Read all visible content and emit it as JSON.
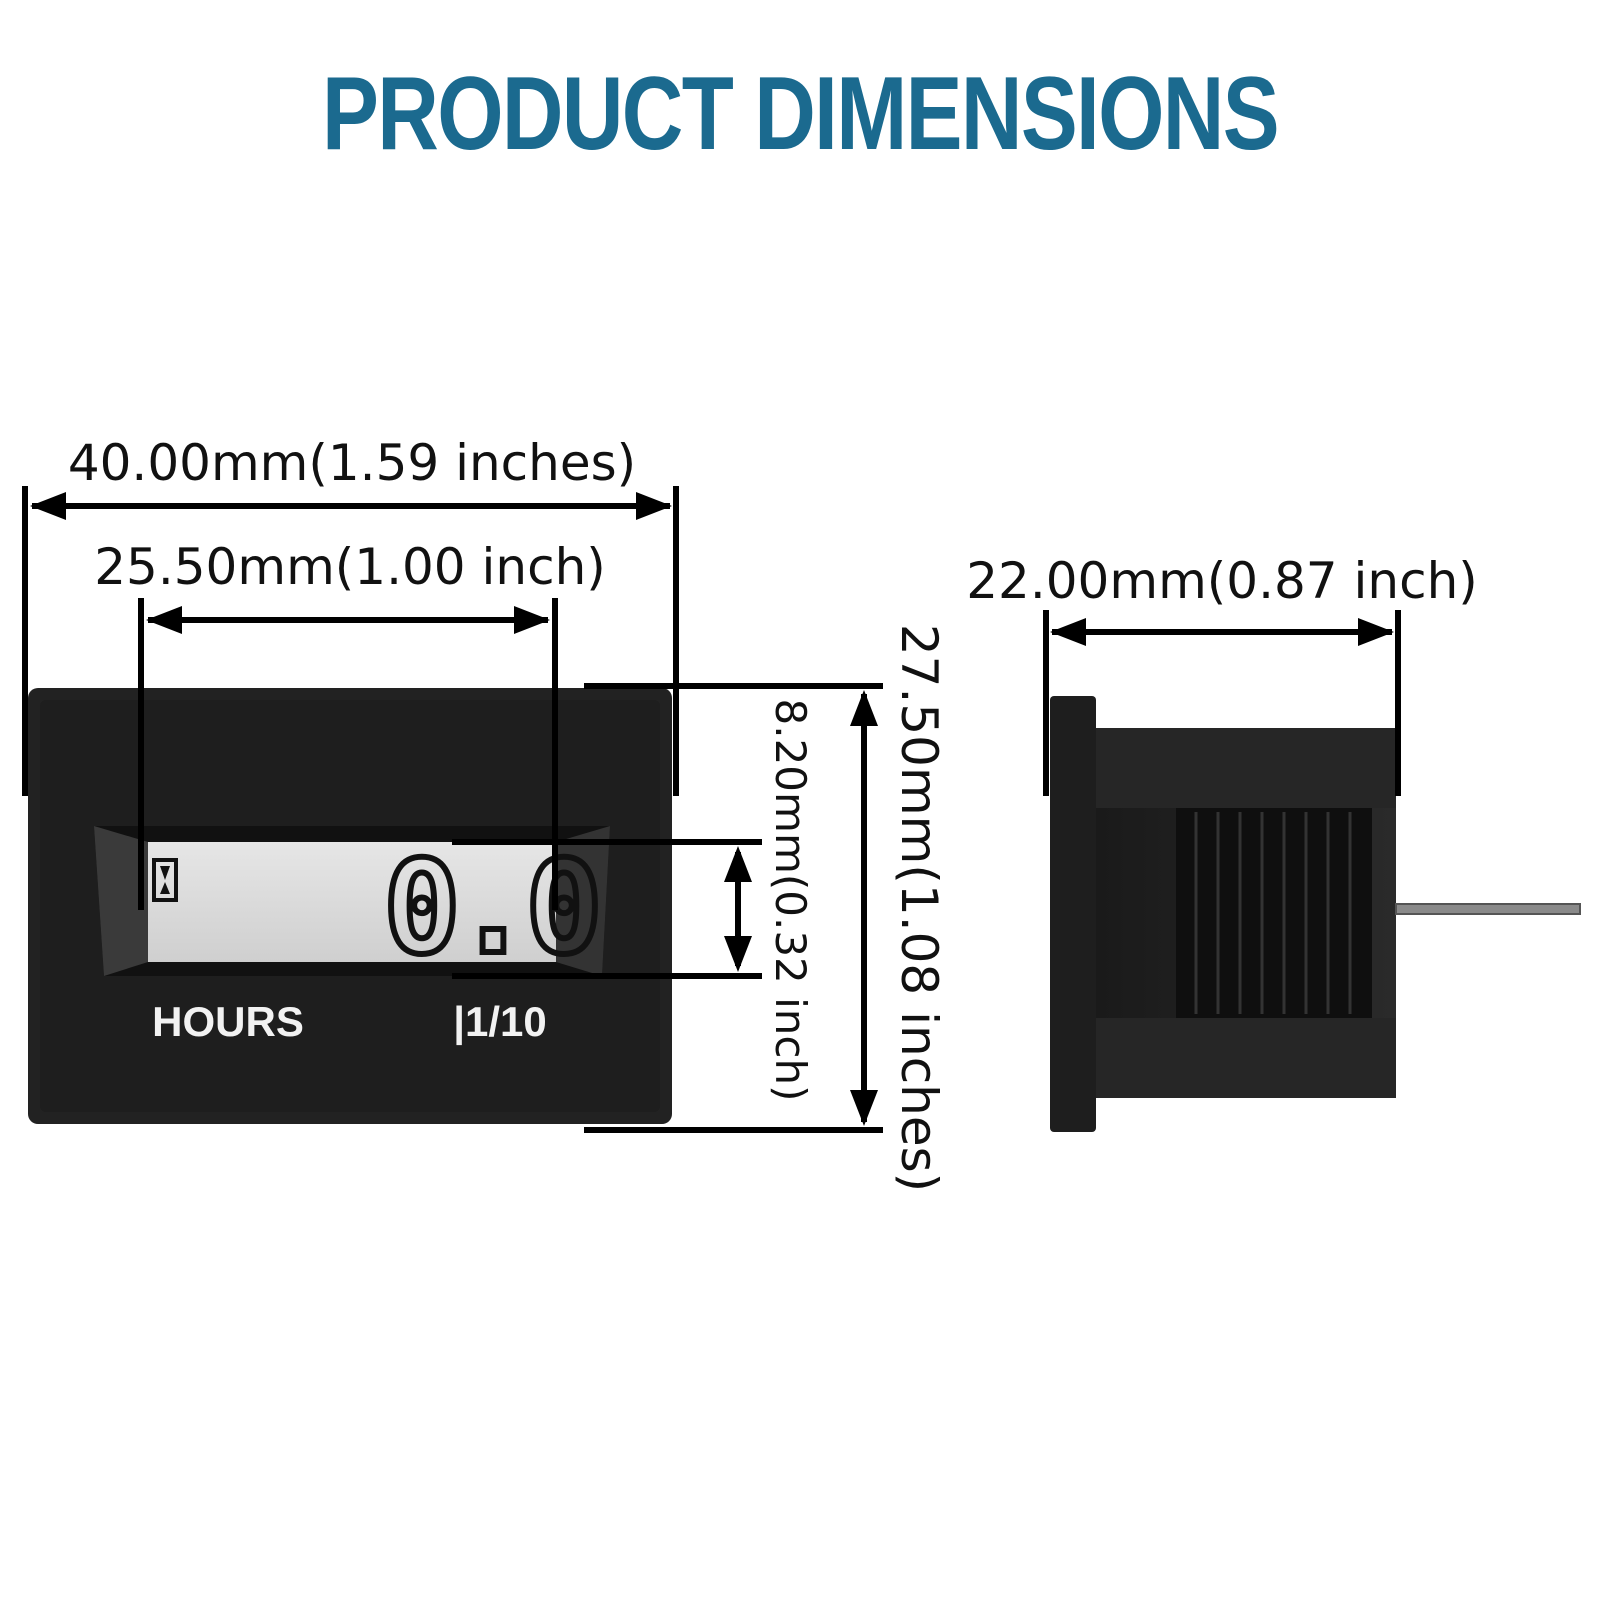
{
  "title": "PRODUCT DIMENSIONS",
  "colors": {
    "title": "#1b6a8f",
    "body": "#222222",
    "body_dark": "#161616",
    "lcd": "#dcdcdc",
    "dim_line": "#000000",
    "label_white": "#f2f2f2"
  },
  "device": {
    "display_digits": "0.0",
    "hours_label": "HOURS",
    "scale_label": "|1/10",
    "indicator_icon": "hourglass-icon"
  },
  "dimensions": {
    "overall_width": "40.00mm(1.59 inches)",
    "display_width": "25.50mm(1.00 inch)",
    "overall_height": "27.50mm(1.08 inches)",
    "display_height": "8.20mm(0.32 inch)",
    "depth": "22.00mm(0.87 inch)"
  }
}
